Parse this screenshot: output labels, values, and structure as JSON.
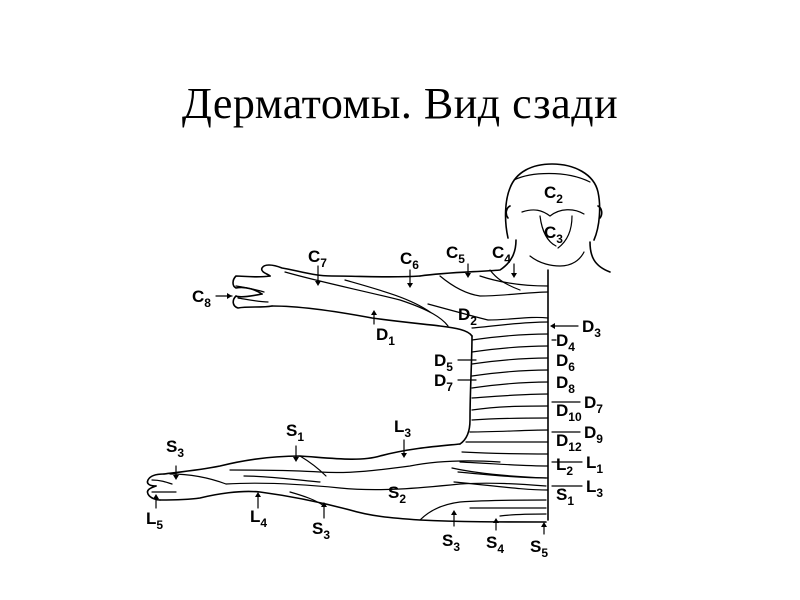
{
  "title": "Дерматомы. Вид  сзади",
  "labels": {
    "c2": {
      "main": "C",
      "sub": "2"
    },
    "c3": {
      "main": "C",
      "sub": "3"
    },
    "c4": {
      "main": "C",
      "sub": "4"
    },
    "c5": {
      "main": "C",
      "sub": "5"
    },
    "c6": {
      "main": "C",
      "sub": "6"
    },
    "c7": {
      "main": "C",
      "sub": "7"
    },
    "c8": {
      "main": "C",
      "sub": "8"
    },
    "d1": {
      "main": "D",
      "sub": "1"
    },
    "d2": {
      "main": "D",
      "sub": "2"
    },
    "d3": {
      "main": "D",
      "sub": "3"
    },
    "d4": {
      "main": "D",
      "sub": "4"
    },
    "d5": {
      "main": "D",
      "sub": "5"
    },
    "d6": {
      "main": "D",
      "sub": "6"
    },
    "d7l": {
      "main": "D",
      "sub": "7"
    },
    "d7r": {
      "main": "D",
      "sub": "7"
    },
    "d8": {
      "main": "D",
      "sub": "8"
    },
    "d9": {
      "main": "D",
      "sub": "9"
    },
    "d10": {
      "main": "D",
      "sub": "10"
    },
    "d12": {
      "main": "D",
      "sub": "12"
    },
    "l1": {
      "main": "L",
      "sub": "1"
    },
    "l2": {
      "main": "L",
      "sub": "2"
    },
    "l3a": {
      "main": "L",
      "sub": "3"
    },
    "l3b": {
      "main": "L",
      "sub": "3"
    },
    "l4": {
      "main": "L",
      "sub": "4"
    },
    "l5": {
      "main": "L",
      "sub": "5"
    },
    "s1a": {
      "main": "S",
      "sub": "1"
    },
    "s1b": {
      "main": "S",
      "sub": "1"
    },
    "s2": {
      "main": "S",
      "sub": "2"
    },
    "s3a": {
      "main": "S",
      "sub": "3"
    },
    "s3b": {
      "main": "S",
      "sub": "3"
    },
    "s3c": {
      "main": "S",
      "sub": "3"
    },
    "s4": {
      "main": "S",
      "sub": "4"
    },
    "s5": {
      "main": "S",
      "sub": "5"
    }
  }
}
